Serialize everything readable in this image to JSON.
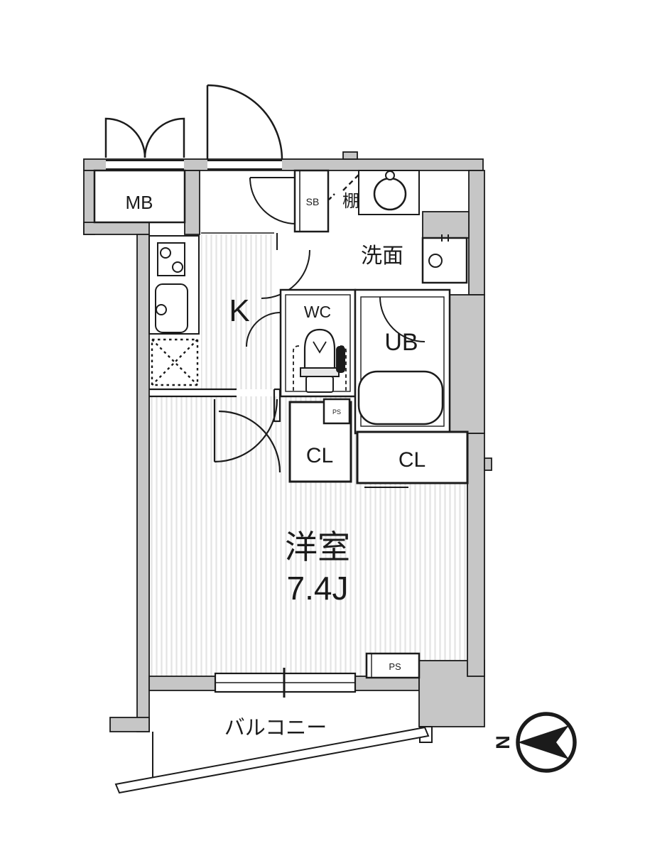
{
  "title": "apartment-floor-plan",
  "colors": {
    "line": "#1b1b1b",
    "wall_fill": "#c6c6c6",
    "floor_stripe": "#e4e4e4",
    "background": "#ffffff",
    "tiny_text": "#8a8a8a"
  },
  "labels": {
    "meter_box": "MB",
    "shoe_box": "SB",
    "shelf": "棚",
    "washroom": "洗面",
    "toilet": "WC",
    "unit_bath": "UB",
    "kitchen": "K",
    "closet_left": "CL",
    "closet_right": "CL",
    "duct_small": "PS",
    "main_room_name": "洋室",
    "main_room_size": "7.4J",
    "balcony": "バルコニー",
    "pipe_space": "PS",
    "compass_north": "N"
  }
}
